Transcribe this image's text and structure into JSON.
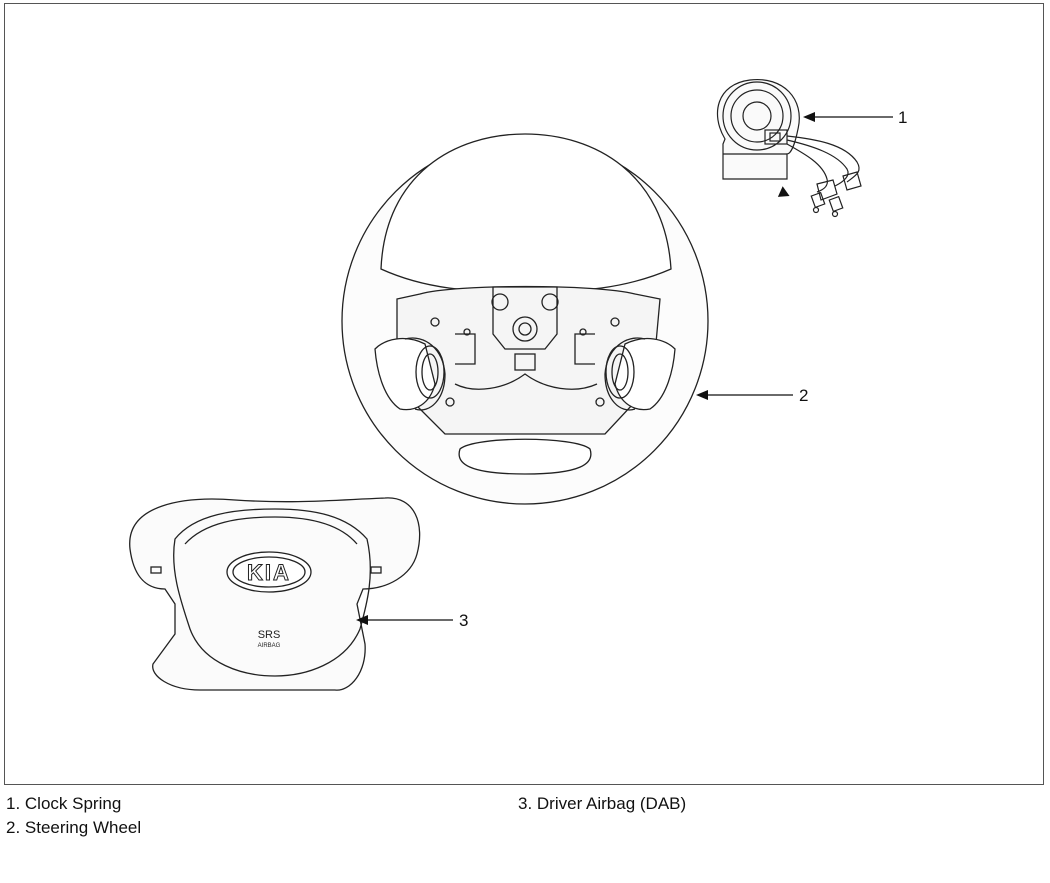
{
  "callouts": {
    "c1": "1",
    "c2": "2",
    "c3": "3"
  },
  "airbag": {
    "logo": "KIA",
    "srs": "SRS",
    "srs_sub": "AIRBAG"
  },
  "legend": {
    "item1": "1. Clock Spring",
    "item2": "2. Steering Wheel",
    "item3": "3. Driver Airbag (DAB)"
  }
}
